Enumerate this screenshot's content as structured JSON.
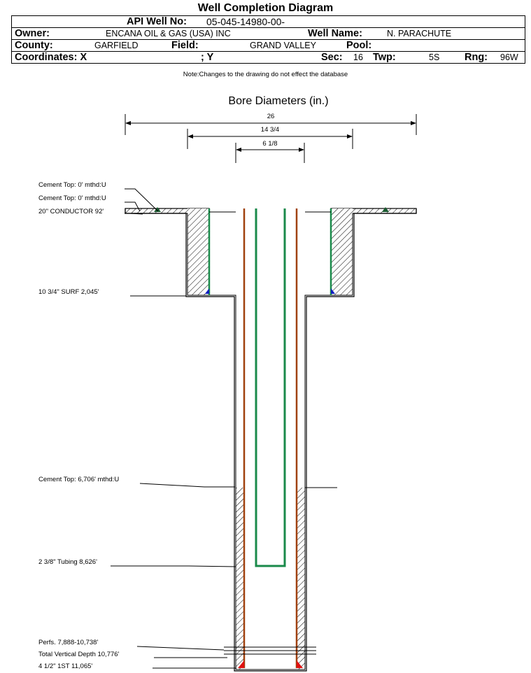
{
  "title": "Well Completion Diagram",
  "header": {
    "api_label": "API Well No:",
    "api_value": "05-045-14980-00-",
    "owner_label": "Owner:",
    "owner_value": "ENCANA OIL & GAS (USA) INC",
    "well_name_label": "Well Name:",
    "well_name_value": "N. PARACHUTE",
    "county_label": "County:",
    "county_value": "GARFIELD",
    "field_label": "Field:",
    "field_value": "GRAND VALLEY",
    "pool_label": "Pool:",
    "pool_value": "",
    "coords_label": "Coordinates: X",
    "coords_y_label": "; Y",
    "sec_label": "Sec:",
    "sec_value": "16",
    "twp_label": "Twp:",
    "twp_value": "5S",
    "rng_label": "Rng:",
    "rng_value": "96W"
  },
  "note": "Note:Changes to the drawing do not effect the database",
  "bore_diameters": {
    "title": "Bore Diameters (in.)",
    "values": [
      "26",
      "14 3/4",
      "6 1/8"
    ]
  },
  "labels": {
    "cement_top_1": "Cement Top: 0' mthd:U",
    "cement_top_2": "Cement Top: 0' mthd:U",
    "conductor": "20\" CONDUCTOR  92'",
    "surface": "10 3/4\" SURF      2,045'",
    "cement_top_3": "Cement Top: 6,706' mthd:U",
    "tubing": "2 3/8\" Tubing 8,626'",
    "perfs": "Perfs. 7,888-10,738'",
    "tvd": "Total Vertical Depth 10,776'",
    "first_string": "4 1/2\" 1ST       11,065'"
  },
  "colors": {
    "casing_brown": "#a0410e",
    "tubing_green": "#1a8a4a",
    "shoe_blue": "#1020c0",
    "shoe_red": "#e01010",
    "cement_fill": "#e8e8e8"
  }
}
